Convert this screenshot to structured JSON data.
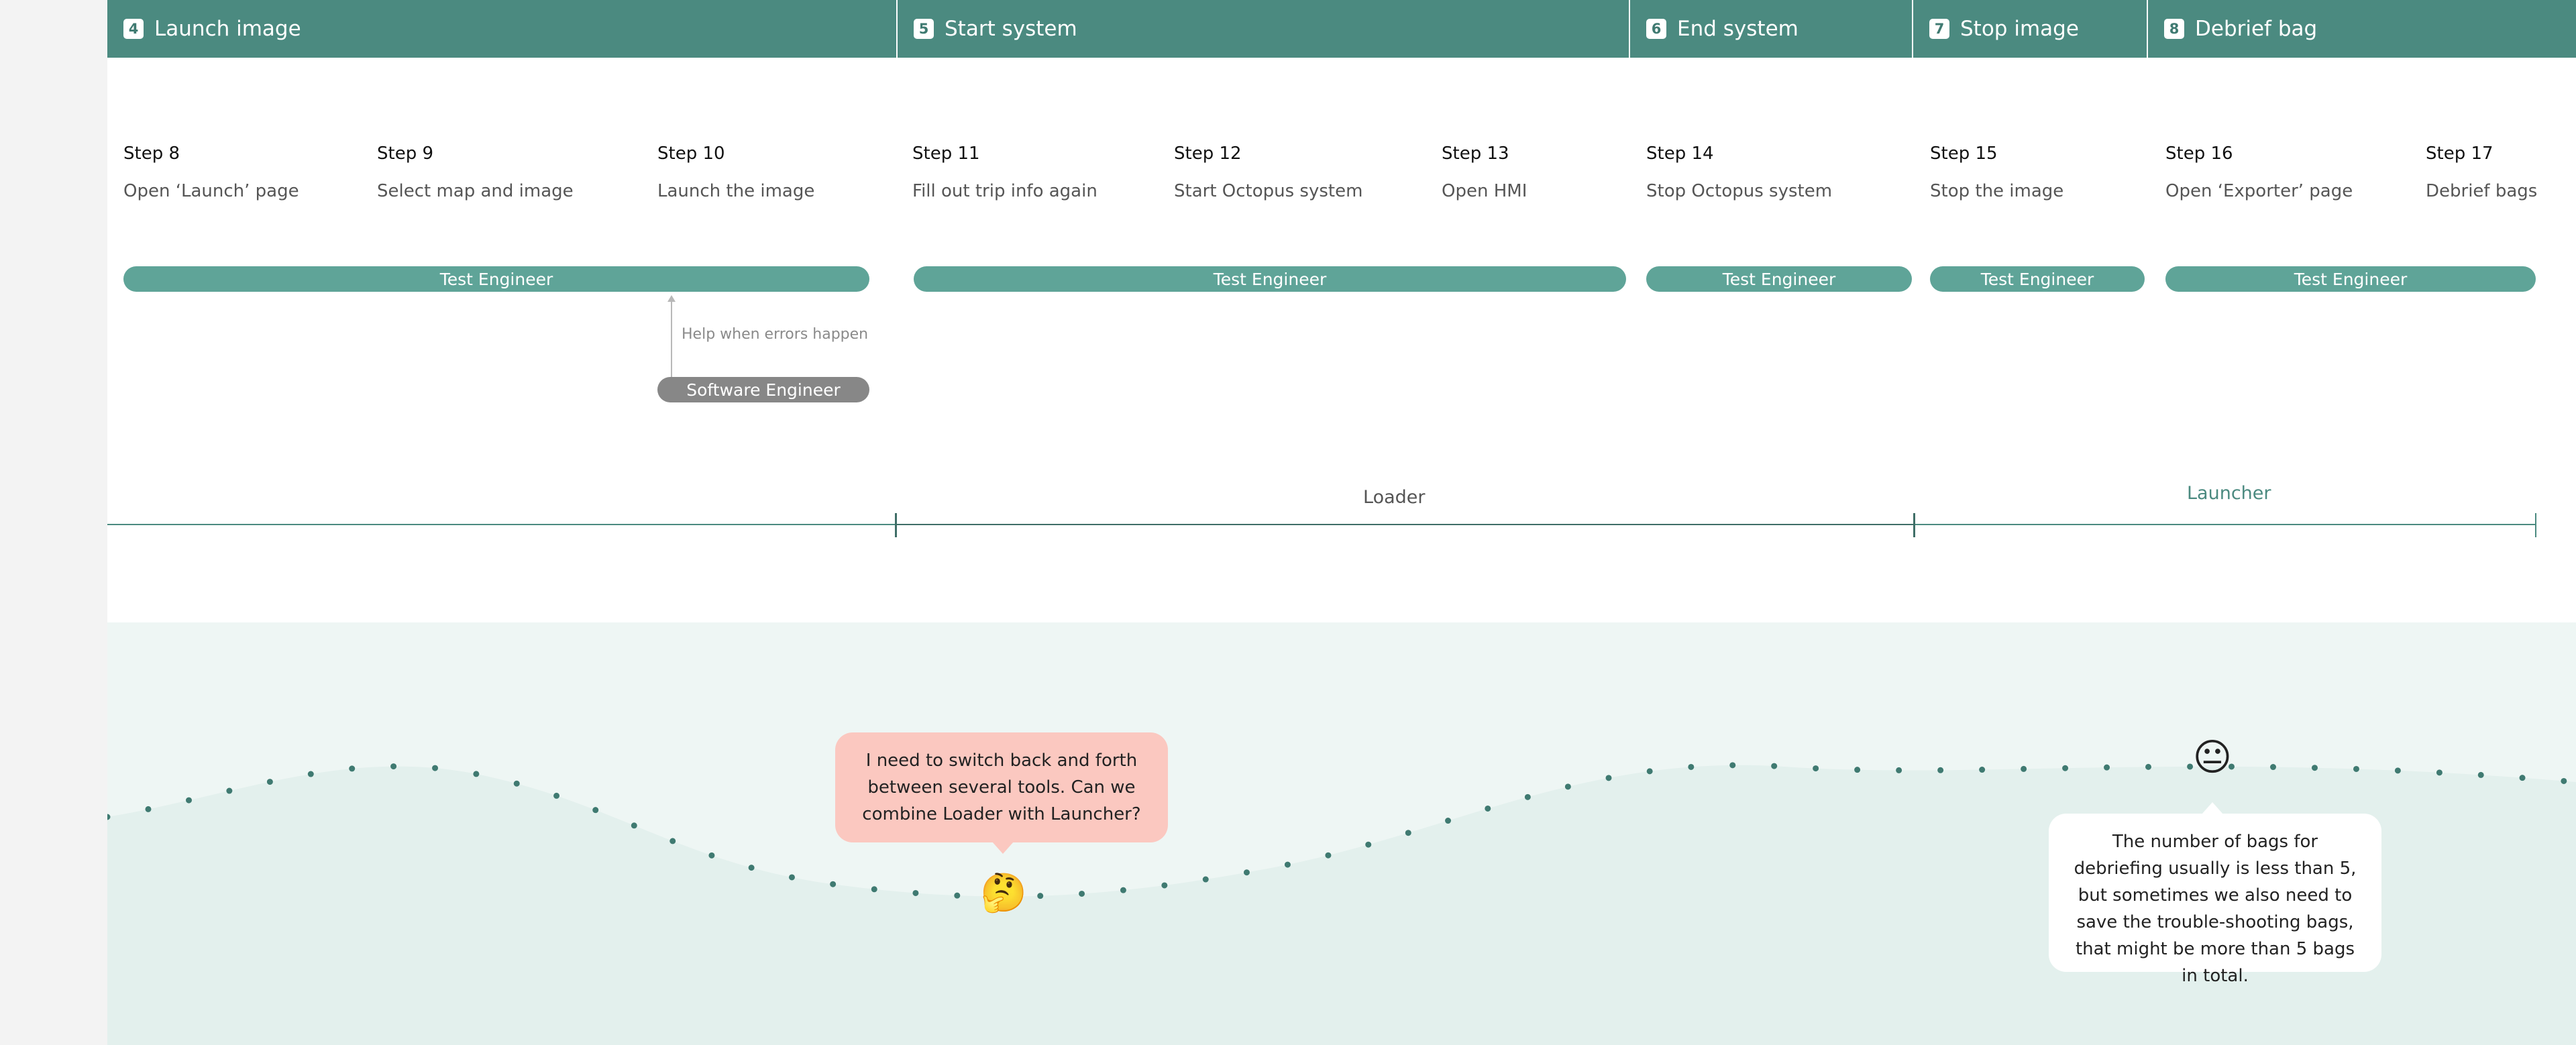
{
  "phases": [
    {
      "num": "4",
      "title": "Launch image"
    },
    {
      "num": "5",
      "title": "Start system"
    },
    {
      "num": "6",
      "title": "End system"
    },
    {
      "num": "7",
      "title": "Stop image"
    },
    {
      "num": "8",
      "title": "Debrief bag"
    }
  ],
  "steps": [
    {
      "num": "Step 8",
      "desc": "Open ‘Launch’ page"
    },
    {
      "num": "Step 9",
      "desc": "Select map and image"
    },
    {
      "num": "Step 10",
      "desc": "Launch the image"
    },
    {
      "num": "Step 11",
      "desc": "Fill out trip info again"
    },
    {
      "num": "Step 12",
      "desc": "Start Octopus system"
    },
    {
      "num": "Step 13",
      "desc": "Open HMI"
    },
    {
      "num": "Step 14",
      "desc": "Stop Octopus system"
    },
    {
      "num": "Step 15",
      "desc": "Stop the image"
    },
    {
      "num": "Step 16",
      "desc": "Open ‘Exporter’ page"
    },
    {
      "num": "Step 17",
      "desc": "Debrief bags"
    }
  ],
  "roles": [
    {
      "label": "Test Engineer"
    },
    {
      "label": "Test Engineer"
    },
    {
      "label": "Test Engineer"
    },
    {
      "label": "Test Engineer"
    },
    {
      "label": "Test Engineer"
    }
  ],
  "support": {
    "label": "Software Engineer",
    "note": "Help when errors happen"
  },
  "tools": [
    {
      "label": "Loader",
      "color": "#555555"
    },
    {
      "label": "Launcher",
      "color": "#4b8a80"
    }
  ],
  "emotions": {
    "pain_point": {
      "text": "I need to switch back and forth between several tools. Can we combine Loader with Launcher?",
      "emoji": "🤔"
    },
    "neutral_point": {
      "text": "The number of bags for debriefing usually is less than 5, but sometimes we also need to save the trouble-shooting bags, that might be more than 5 bags in total.",
      "emoji": "😐"
    }
  },
  "colors": {
    "header": "#4b8a80",
    "role_pill": "#5fa498",
    "support_pill": "#878787",
    "curve": "#3f7a71",
    "emotion_bg": "#eef6f4",
    "pain_bubble": "#fbc8c0"
  }
}
